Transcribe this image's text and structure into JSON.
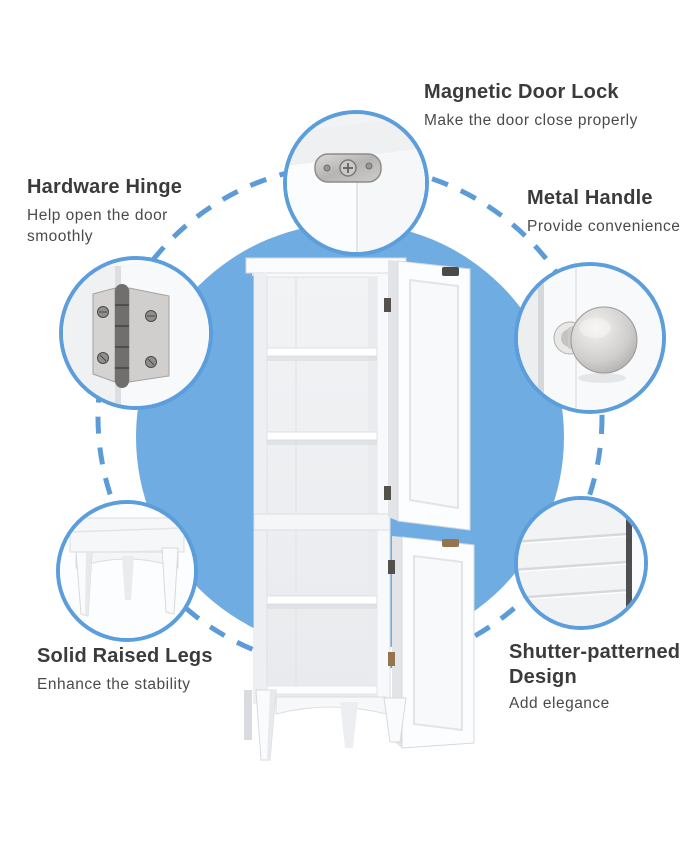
{
  "colors": {
    "background": "#FFFFFF",
    "backdrop_circle": "#6EACE2",
    "dashed_ring": "#5C9BD8",
    "bubble_border": "#5C9DDB",
    "title_text": "#3B3B3B",
    "body_text": "#4A4A4A"
  },
  "callouts": [
    {
      "id": "magnetic-door-lock",
      "title": "Magnetic Door Lock",
      "description": "Make the door close properly",
      "icon": "magnetic-lock-photo"
    },
    {
      "id": "hardware-hinge",
      "title": "Hardware Hinge",
      "description": "Help open the door smoothly",
      "icon": "hinge-photo"
    },
    {
      "id": "metal-handle",
      "title": "Metal Handle",
      "description": "Provide convenience",
      "icon": "door-knob-photo"
    },
    {
      "id": "solid-raised-legs",
      "title": "Solid Raised Legs",
      "description": "Enhance the stability",
      "icon": "raised-legs-photo"
    },
    {
      "id": "shutter-patterned-design",
      "title": "Shutter-patterned Design",
      "description": "Add elegance",
      "icon": "shutter-panel-photo"
    }
  ],
  "illustration": {
    "icon": "white-freestanding-storage-cabinet",
    "details": [
      "open-upper-door",
      "open-lower-door",
      "five-shelves",
      "raised-legs"
    ]
  }
}
